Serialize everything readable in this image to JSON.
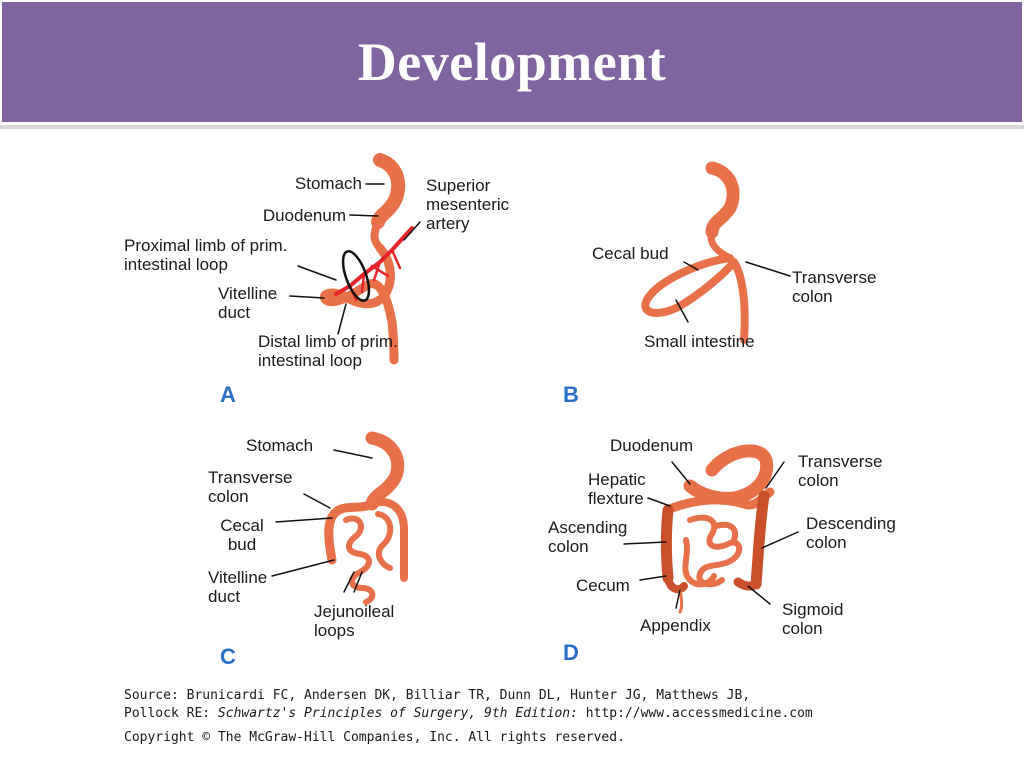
{
  "slide": {
    "title": "Development",
    "colors": {
      "banner": "#8064a2",
      "gut": "#e8714a",
      "gut_dark": "#c9502a",
      "artery": "#e8232a",
      "panel_letter": "#2a6fc9"
    }
  },
  "panels": {
    "A": {
      "letter": "A",
      "labels": {
        "stomach": "Stomach",
        "duodenum": "Duodenum",
        "sma": "Superior\nmesenteric\nartery",
        "proximal": "Proximal limb of prim.\nintestinal loop",
        "vitelline": "Vitelline\nduct",
        "distal": "Distal limb of prim.\nintestinal loop"
      }
    },
    "B": {
      "letter": "B",
      "labels": {
        "cecal_bud": "Cecal bud",
        "transverse": "Transverse\ncolon",
        "small_intestine": "Small intestine"
      }
    },
    "C": {
      "letter": "C",
      "labels": {
        "stomach": "Stomach",
        "transverse": "Transverse\ncolon",
        "cecal_bud": "Cecal\nbud",
        "vitelline": "Vitelline\nduct",
        "jejunoileal": "Jejunoileal\nloops"
      }
    },
    "D": {
      "letter": "D",
      "labels": {
        "duodenum": "Duodenum",
        "hepatic": "Hepatic\nflexture",
        "transverse": "Transverse\ncolon",
        "ascending": "Ascending\ncolon",
        "descending": "Descending\ncolon",
        "cecum": "Cecum",
        "appendix": "Appendix",
        "sigmoid": "Sigmoid\ncolon"
      }
    }
  },
  "source": {
    "line1": "Source: Brunicardi FC, Andersen DK, Billiar TR, Dunn DL, Hunter JG, Matthews JB,",
    "line2_prefix": "Pollock RE: ",
    "line2_book": "Schwartz's Principles of Surgery, 9th Edition:",
    "line2_url": " http://www.accessmedicine.com",
    "copyright": "Copyright © The McGraw-Hill Companies, Inc. All rights reserved."
  }
}
